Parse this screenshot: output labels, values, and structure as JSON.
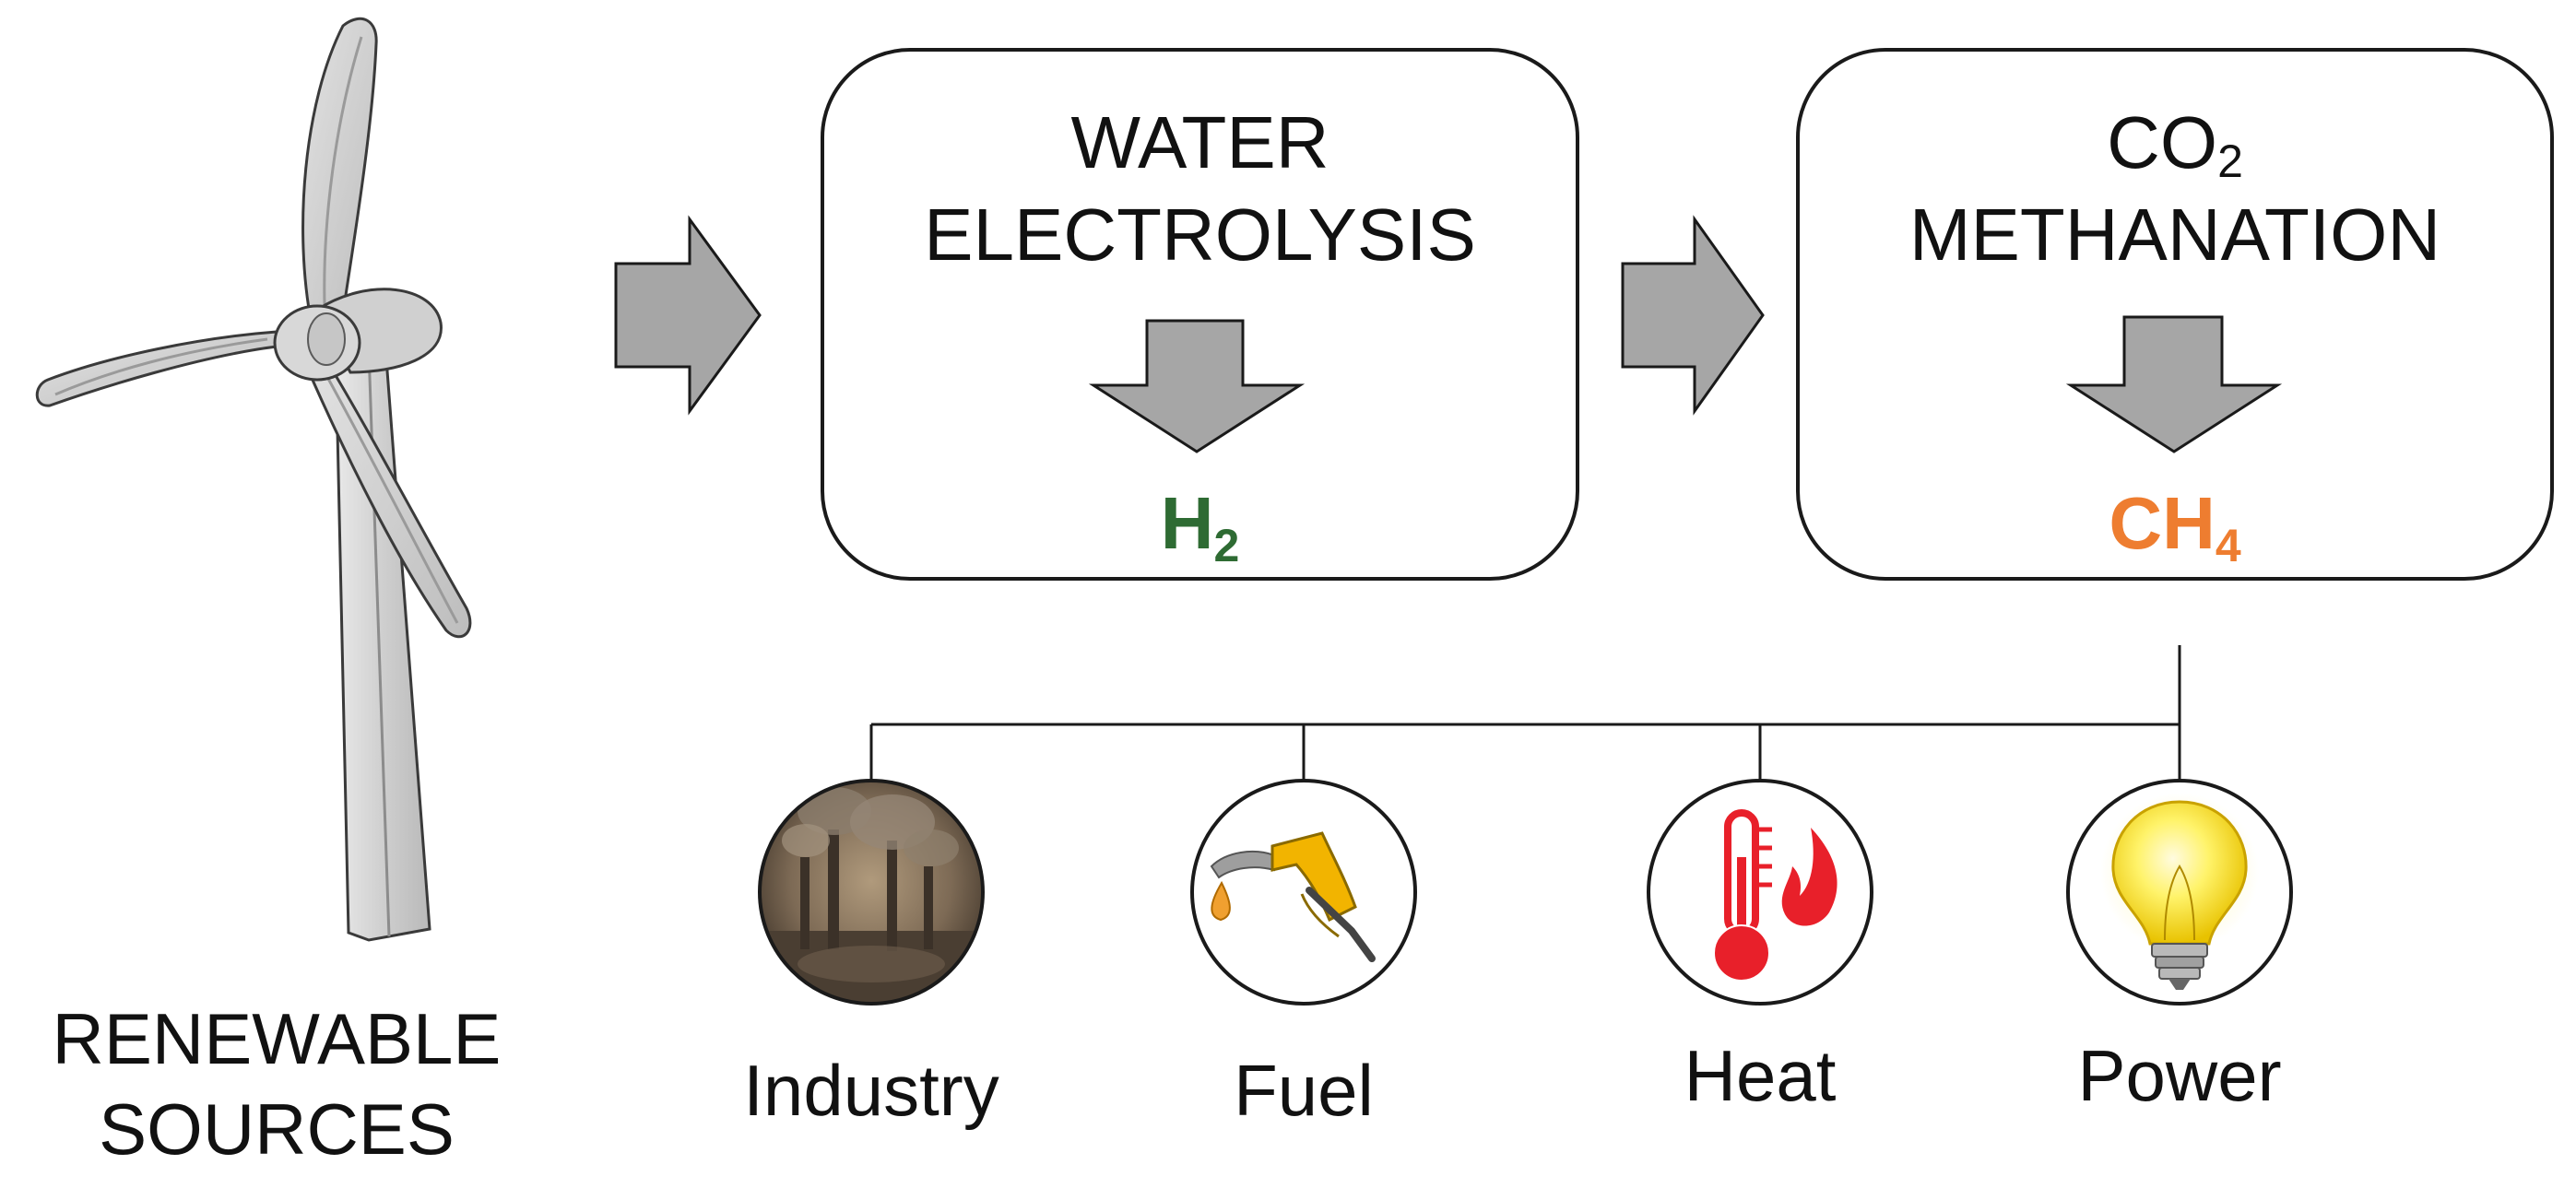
{
  "colors": {
    "h2": "#2e6b33",
    "ch4": "#ee7d30",
    "arrow_fill": "#a6a6a6",
    "outline": "#1a1a1a"
  },
  "source": {
    "line1": "RENEWABLE",
    "line2": "SOURCES",
    "icon": "wind-turbine-icon"
  },
  "electrolysis": {
    "title_line1": "WATER",
    "title_line2": "ELECTROLYSIS",
    "product_main": "H",
    "product_sub": "2"
  },
  "methanation": {
    "title_line1_main": "CO",
    "title_line1_sub": "2",
    "title_line2": "METHANATION",
    "product_main": "CH",
    "product_sub": "4"
  },
  "uses": [
    {
      "label": "Industry",
      "icon": "factory-smokestacks-icon"
    },
    {
      "label": "Fuel",
      "icon": "fuel-nozzle-icon"
    },
    {
      "label": "Heat",
      "icon": "thermometer-flame-icon"
    },
    {
      "label": "Power",
      "icon": "light-bulb-icon"
    }
  ]
}
